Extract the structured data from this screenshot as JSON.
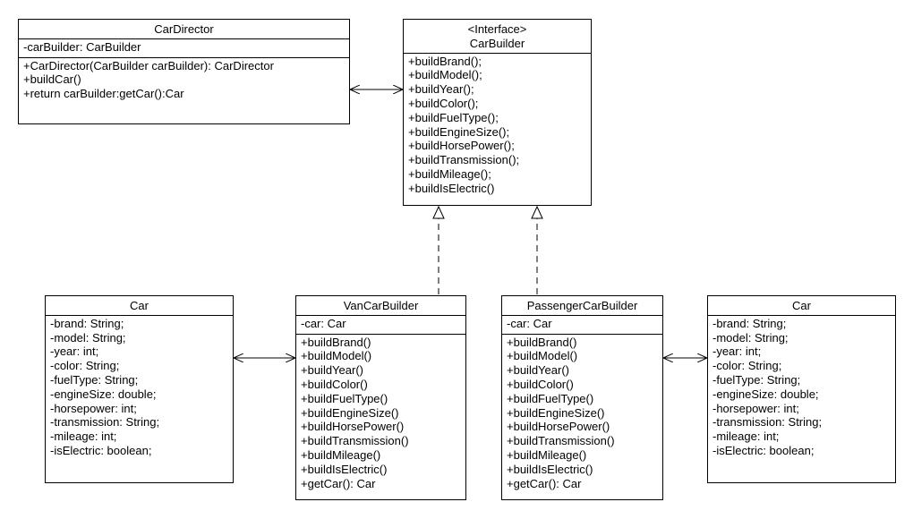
{
  "diagram": {
    "car_director": {
      "name": "CarDirector",
      "attributes": [
        "-carBuilder: CarBuilder"
      ],
      "operations": [
        "+CarDirector(CarBuilder carBuilder): CarDirector",
        "+buildCar()",
        "+return carBuilder:getCar():Car"
      ]
    },
    "car_builder": {
      "stereotype": "<Interface>",
      "name": "CarBuilder",
      "operations": [
        "+buildBrand();",
        "+buildModel();",
        "+buildYear();",
        "+buildColor();",
        "+buildFuelType();",
        "+buildEngineSize();",
        "+buildHorsePower();",
        "+buildTransmission();",
        "+buildMileage();",
        "+buildIsElectric()"
      ]
    },
    "car_left": {
      "name": "Car",
      "attributes": [
        "-brand: String;",
        "-model: String;",
        "-year: int;",
        "-color: String;",
        "-fuelType: String;",
        "-engineSize: double;",
        "-horsepower: int;",
        "-transmission: String;",
        "-mileage: int;",
        "-isElectric: boolean;"
      ]
    },
    "van_car_builder": {
      "name": "VanCarBuilder",
      "attributes": [
        "-car: Car"
      ],
      "operations": [
        "+buildBrand()",
        "+buildModel()",
        "+buildYear()",
        "+buildColor()",
        "+buildFuelType()",
        "+buildEngineSize()",
        "+buildHorsePower()",
        "+buildTransmission()",
        "+buildMileage()",
        "+buildIsElectric()",
        "+getCar(): Car"
      ]
    },
    "passenger_car_builder": {
      "name": "PassengerCarBuilder",
      "attributes": [
        "-car: Car"
      ],
      "operations": [
        "+buildBrand()",
        "+buildModel()",
        "+buildYear()",
        "+buildColor()",
        "+buildFuelType()",
        "+buildEngineSize()",
        "+buildHorsePower()",
        "+buildTransmission()",
        "+buildMileage()",
        "+buildIsElectric()",
        "+getCar(): Car"
      ]
    },
    "car_right": {
      "name": "Car",
      "attributes": [
        "-brand: String;",
        "-model: String;",
        "-year: int;",
        "-color: String;",
        "-fuelType: String;",
        "-engineSize: double;",
        "-horsepower: int;",
        "-transmission: String;",
        "-mileage: int;",
        "-isElectric: boolean;"
      ]
    }
  }
}
